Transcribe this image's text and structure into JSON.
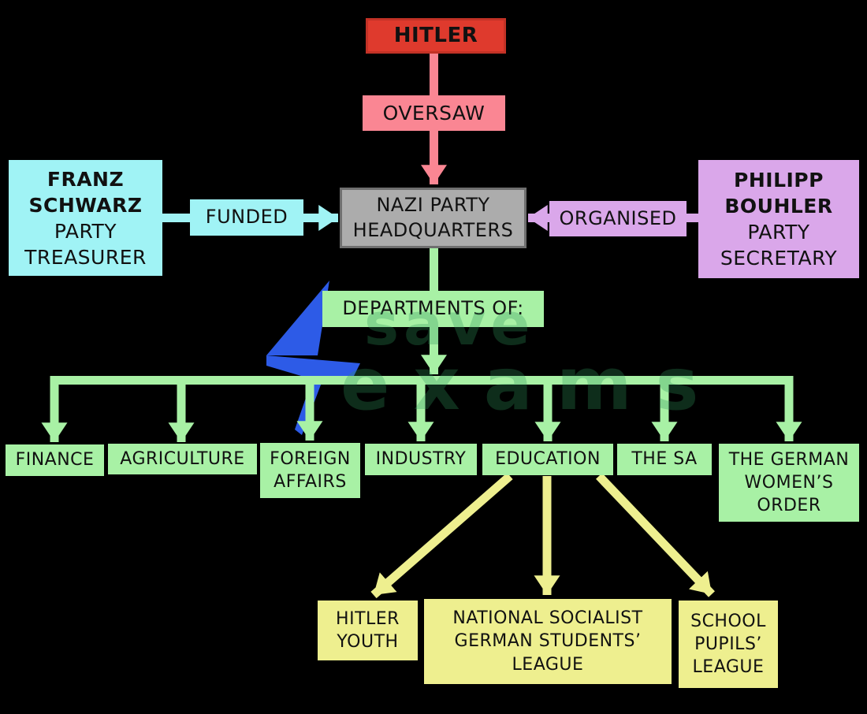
{
  "colors": {
    "bg": "#000000",
    "text": "#111111",
    "red": "#DF3A2D",
    "red_border": "#C33226",
    "pink": "#FA8693",
    "cyan": "#A0F3F5",
    "purple": "#DAA7EA",
    "green": "#A8F1A5",
    "yellow": "#EEEF8F",
    "gray_fill": "#ACACAC",
    "gray_border": "#6F6F6F",
    "blue_bolt": "#2D5BE7"
  },
  "nodes": {
    "hitler": "HITLER",
    "oversaw": "OVERSAW",
    "headquarters": "NAZI PARTY\nHEADQUARTERS",
    "treasurer_name": "FRANZ\nSCHWARZ",
    "treasurer_role": "PARTY\nTREASURER",
    "funded": "FUNDED",
    "organised": "ORGANISED",
    "secretary_name": "PHILIPP\nBOUHLER",
    "secretary_role": "PARTY\nSECRETARY",
    "departments_label": "DEPARTMENTS OF:"
  },
  "departments": [
    "FINANCE",
    "AGRICULTURE",
    "FOREIGN\nAFFAIRS",
    "INDUSTRY",
    "EDUCATION",
    "THE SA",
    "THE GERMAN\nWOMEN’S\nORDER"
  ],
  "education_orgs": [
    "HITLER\nYOUTH",
    "NATIONAL SOCIALIST\nGERMAN STUDENTS’\nLEAGUE",
    "SCHOOL\nPUPILS’\nLEAGUE"
  ],
  "watermark": {
    "word1": "save",
    "word2": "exams"
  }
}
